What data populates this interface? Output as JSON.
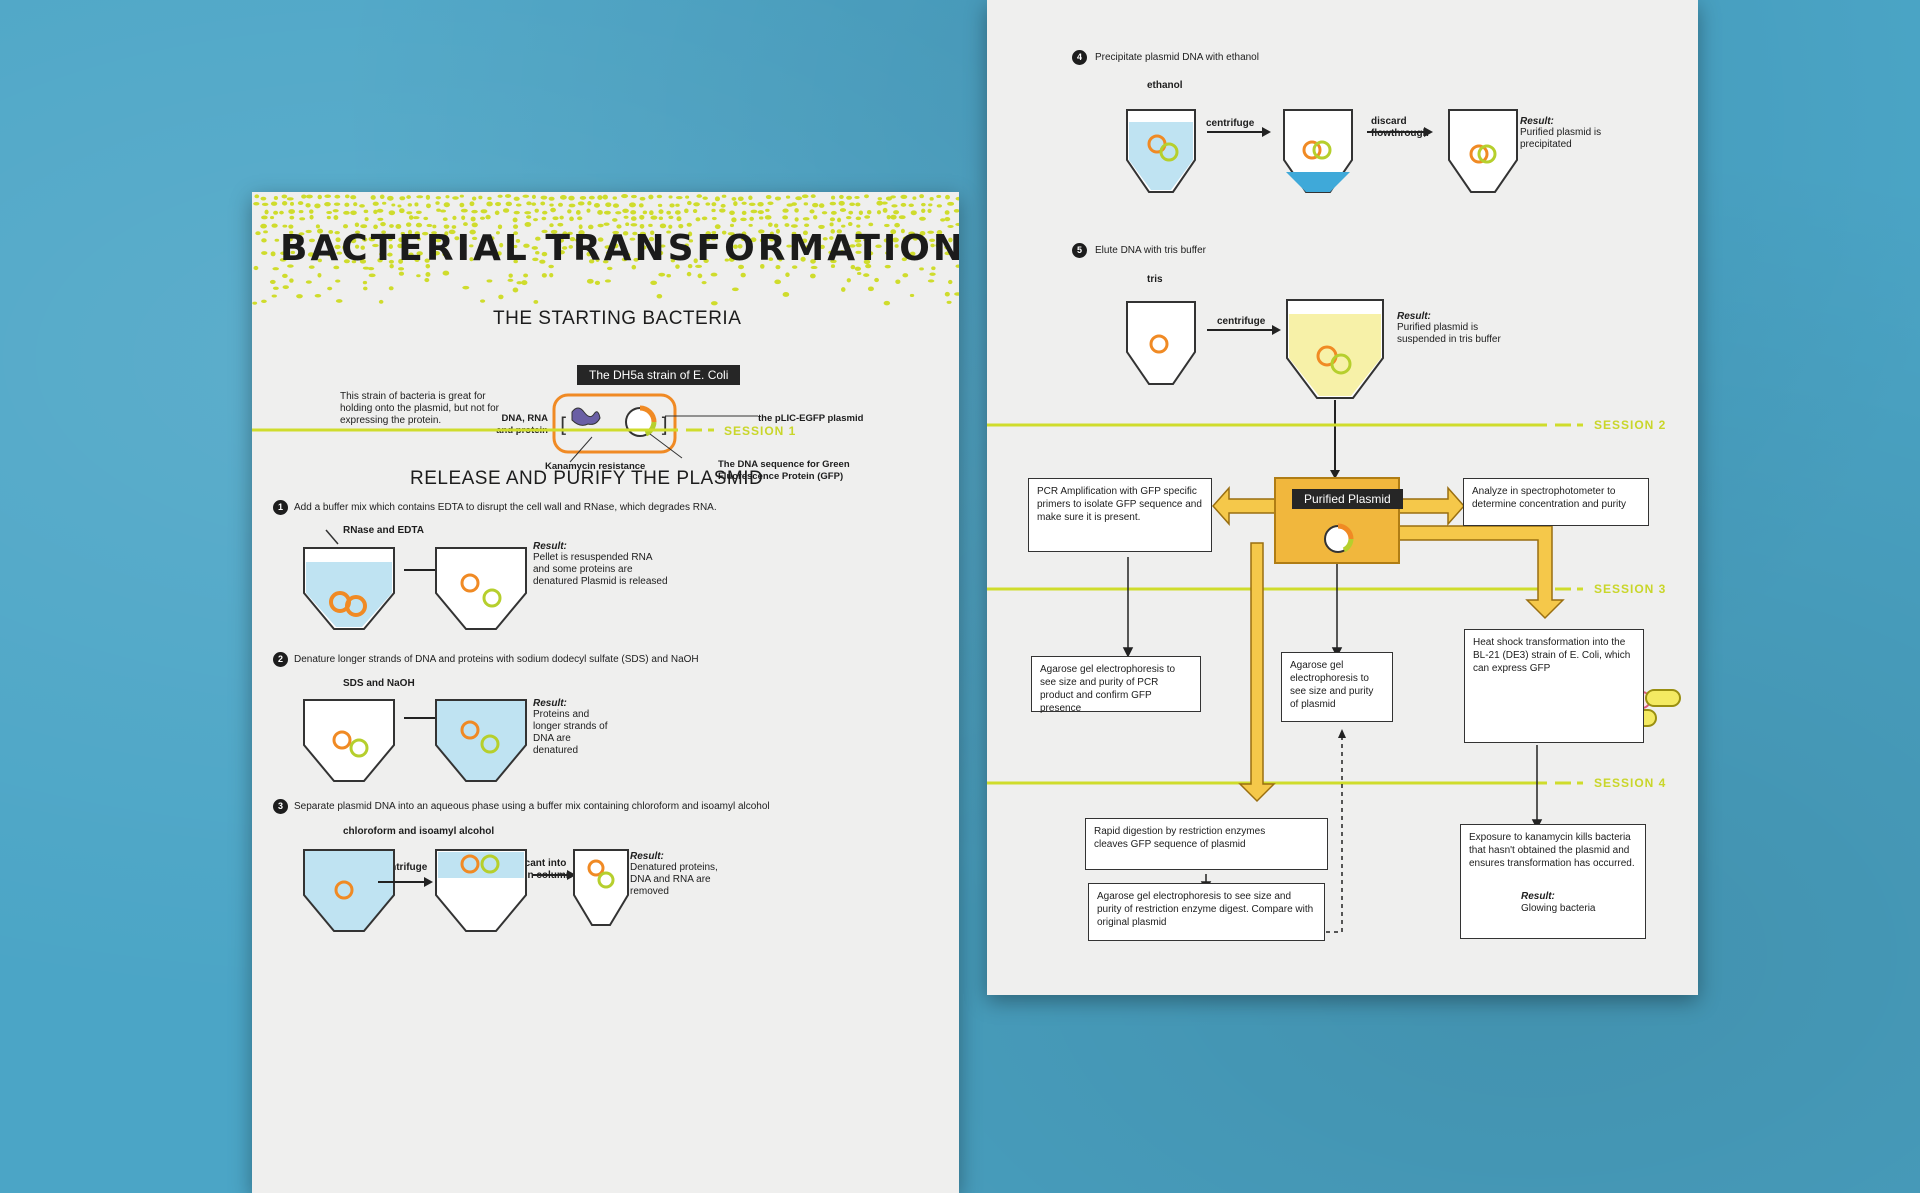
{
  "left": {
    "title": "BACTERIAL TRANSFORMATION",
    "starting_heading": "THE STARTING BACTERIA",
    "strain_badge": "The DH5a strain of E. Coli",
    "strain_desc": "This strain of bacteria is great for holding onto the plasmid, but not for expressing the protein.",
    "dna_label": "DNA, RNA and protein",
    "plasmid_label": "the pLIC-EGFP plasmid",
    "kan_label": "Kanamycin resistance",
    "gfp_label": "The DNA sequence for Green Fluorescence Protein (GFP)",
    "session1": "SESSION 1",
    "release_heading": "RELEASE AND PURIFY THE PLASMID",
    "step1": {
      "num": "1",
      "text": "Add a buffer mix which contains EDTA to disrupt the cell wall and RNase, which degrades RNA.",
      "reagent": "RNase and EDTA",
      "result_label": "Result:",
      "result": "Pellet is resuspended RNA and some proteins are denatured Plasmid is released"
    },
    "step2": {
      "num": "2",
      "text": "Denature longer strands of DNA and proteins with sodium dodecyl sulfate (SDS) and NaOH",
      "reagent": "SDS and NaOH",
      "result_label": "Result:",
      "result": "Proteins and longer strands of DNA are denatured"
    },
    "step3": {
      "num": "3",
      "text": "Separate plasmid DNA into an aqueous phase using a buffer mix containing chloroform and isoamyl alcohol",
      "reagent": "chloroform and isoamyl alcohol",
      "centrifuge": "centrifuge",
      "decant": "decant into spin column",
      "result_label": "Result:",
      "result": "Denatured proteins, DNA and RNA are removed"
    }
  },
  "right": {
    "step4": {
      "num": "4",
      "text": "Precipitate plasmid DNA with ethanol",
      "reagent": "ethanol",
      "centrifuge": "centrifuge",
      "discard": "discard flowthrough",
      "result_label": "Result:",
      "result": "Purified plasmid is precipitated"
    },
    "step5": {
      "num": "5",
      "text": "Elute DNA with tris buffer",
      "reagent": "tris",
      "centrifuge": "centrifuge",
      "result_label": "Result:",
      "result": "Purified plasmid is suspended in tris buffer"
    },
    "session2": "SESSION 2",
    "session3": "SESSION 3",
    "session4": "SESSION 4",
    "purified_plasmid": "Purified Plasmid",
    "pcr": "PCR Amplification with GFP specific primers to isolate GFP sequence and make sure it is present.",
    "spectro": "Analyze in spectrophotometer to determine concentration and purity",
    "agarose_pcr": "Agarose gel electrophoresis to see size and purity of PCR product and confirm GFP presence",
    "agarose_plasmid": "Agarose gel electrophoresis to see size and purity of plasmid",
    "heat_shock": "Heat shock transformation into the BL-21 (DE3) strain of E. Coli, which can express GFP",
    "restriction": "Rapid digestion by restriction enzymes cleaves GFP sequence of plasmid",
    "agarose_restriction": "Agarose gel electrophoresis to see size and purity of restriction enzyme digest. Compare with original plasmid",
    "kanamycin": "Exposure to kanamycin kills bacteria that hasn't obtained the plasmid and ensures transformation has occurred.",
    "glow_result_label": "Result:",
    "glow_result": "Glowing bacteria"
  },
  "colors": {
    "accent_yellow": "#cfdc2c",
    "orange": "#f08a24",
    "liquid": "#bfe3f2",
    "plasmid_box": "#f1b73d",
    "background": "#4ba5c6"
  }
}
